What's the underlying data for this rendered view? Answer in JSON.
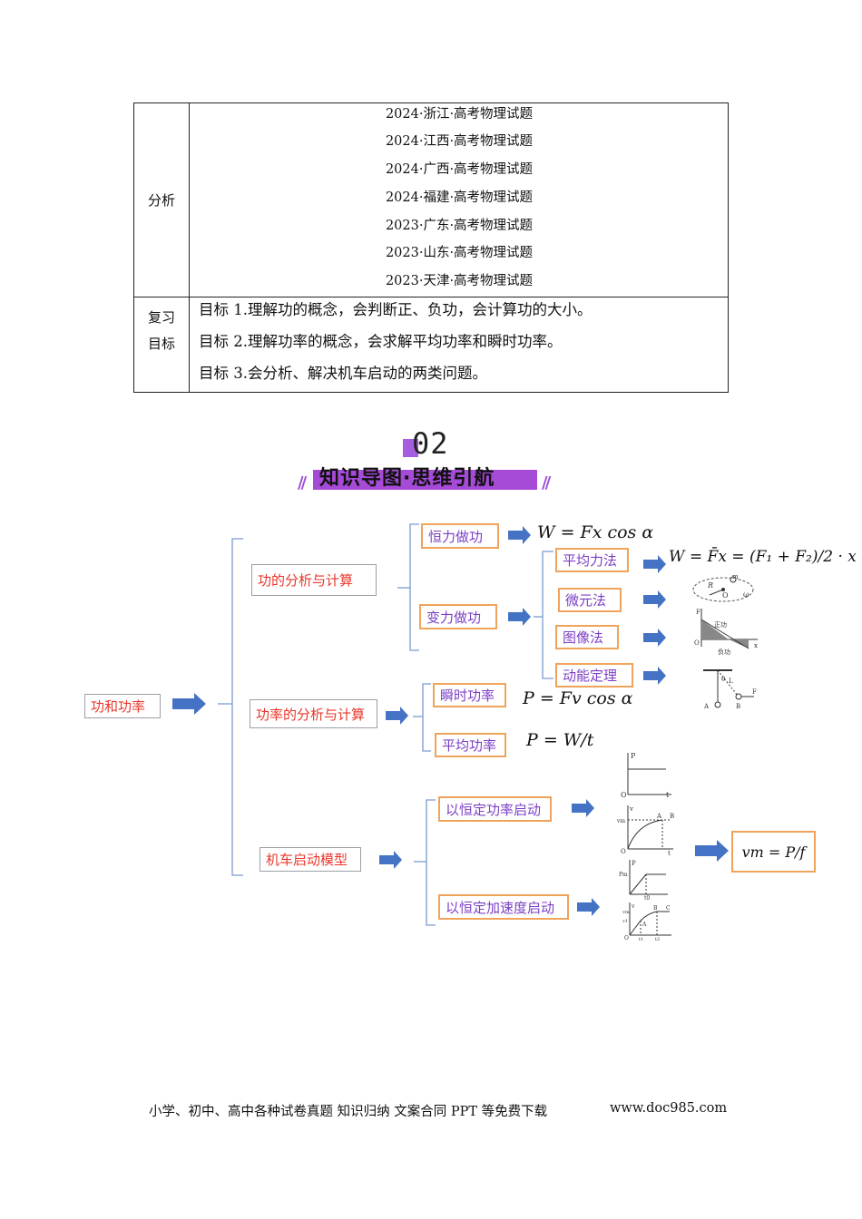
{
  "table": {
    "analysis_label": "分析",
    "sources": [
      "2024·浙江·高考物理试题",
      "2024·江西·高考物理试题",
      "2024·广西·高考物理试题",
      "2024·福建·高考物理试题",
      "2023·广东·高考物理试题",
      "2023·山东·高考物理试题",
      "2023·天津·高考物理试题"
    ],
    "review_label_1": "复习",
    "review_label_2": "目标",
    "goals": [
      "目标 1.理解功的概念，会判断正、负功，会计算功的大小。",
      "目标 2.理解功率的概念，会求解平均功率和瞬时功率。",
      "目标 3.会分析、解决机车启动的两类问题。"
    ]
  },
  "section": {
    "number": "02",
    "title": "知识导图·思维引航",
    "slash": "//"
  },
  "mindmap": {
    "root": "功和功率",
    "branch_work": "功的分析与计算",
    "branch_power": "功率的分析与计算",
    "branch_engine": "机车启动模型",
    "const_force": "恒力做功",
    "var_force": "变力做功",
    "avg_force": "平均力法",
    "micro": "微元法",
    "graph": "图像法",
    "theorem": "动能定理",
    "inst_power": "瞬时功率",
    "avg_power": "平均功率",
    "const_power_start": "以恒定功率启动",
    "const_accel_start": "以恒定加速度启动",
    "formula_work": "W = Fx cos α",
    "formula_avg": "W = F̄x = (F₁ + F₂)/2 · x",
    "formula_inst": "P = Fv cos α",
    "formula_avgp": "P = W/t",
    "formula_vm": "vm = P/f",
    "diagram_labels": {
      "positive_work": "正功",
      "negative_work": "负功",
      "axis_F": "F",
      "axis_x": "x",
      "origin": "O",
      "R": "R",
      "O_center": "O",
      "m": "m",
      "omega": "ω",
      "L": "L",
      "theta": "θ",
      "A": "A",
      "B": "B",
      "C": "C",
      "P": "P",
      "v": "v",
      "t": "t",
      "vm": "vm",
      "Pm": "Pm",
      "t0": "t0",
      "t1": "t1",
      "t2": "t2",
      "v1": "v1"
    }
  },
  "footer": {
    "text": "小学、初中、高中各种试卷真题  知识归纳  文案合同  PPT 等免费下载",
    "url": "www.doc985.com"
  },
  "colors": {
    "accent_purple": "#a64ad8",
    "box_orange": "#f0a35a",
    "text_red": "#e8372c",
    "text_purple": "#7b3fc4",
    "arrow_blue": "#4472c4"
  }
}
